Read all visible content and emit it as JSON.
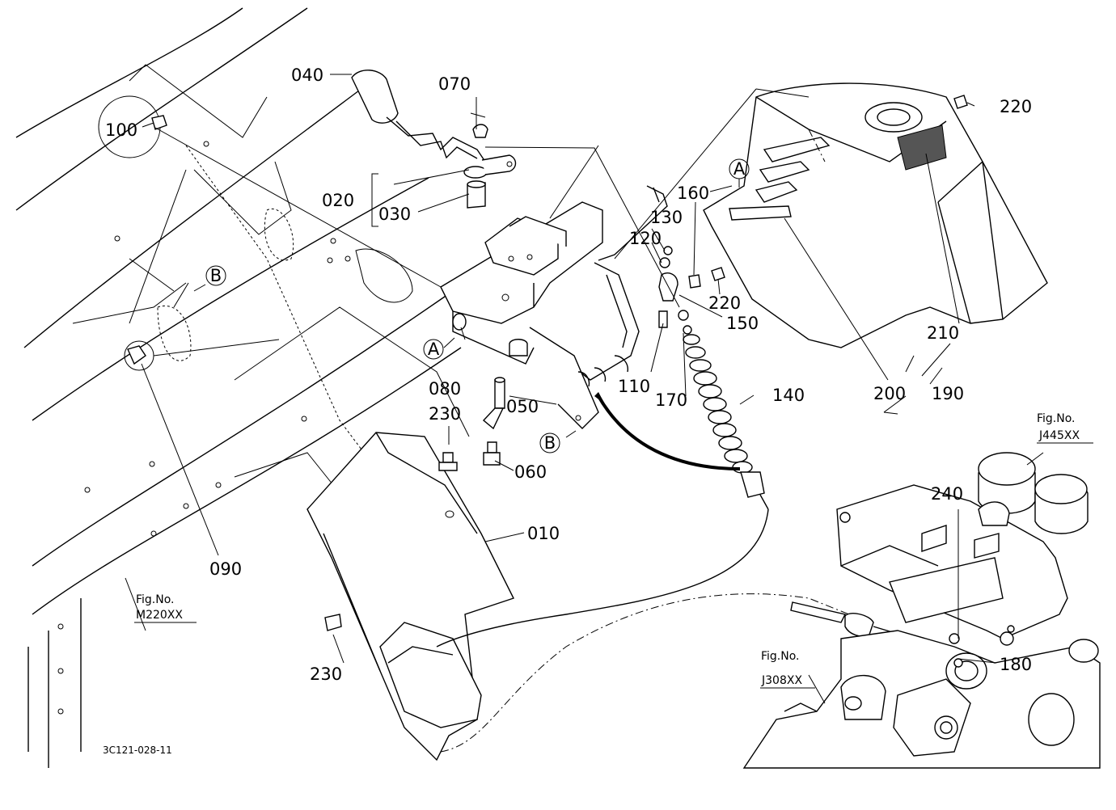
{
  "diagram": {
    "drawing_code": "3C121-028-11",
    "part_labels": {
      "p010": "010",
      "p020": "020",
      "p030": "030",
      "p040": "040",
      "p050": "050",
      "p060": "060",
      "p070": "070",
      "p080": "080",
      "p090": "090",
      "p100": "100",
      "p110": "110",
      "p120": "120",
      "p130": "130",
      "p140": "140",
      "p150": "150",
      "p160": "160",
      "p170": "170",
      "p180": "180",
      "p190": "190",
      "p200": "200",
      "p210": "210",
      "p220a": "220",
      "p220b": "220",
      "p230a": "230",
      "p230b": "230",
      "p240": "240"
    },
    "reference_markers": {
      "A": "A",
      "B": "B"
    },
    "figure_references": {
      "fig_label": "Fig.No.",
      "m220": "M220XX",
      "j445": "J445XX",
      "j308": "J308XX"
    }
  }
}
